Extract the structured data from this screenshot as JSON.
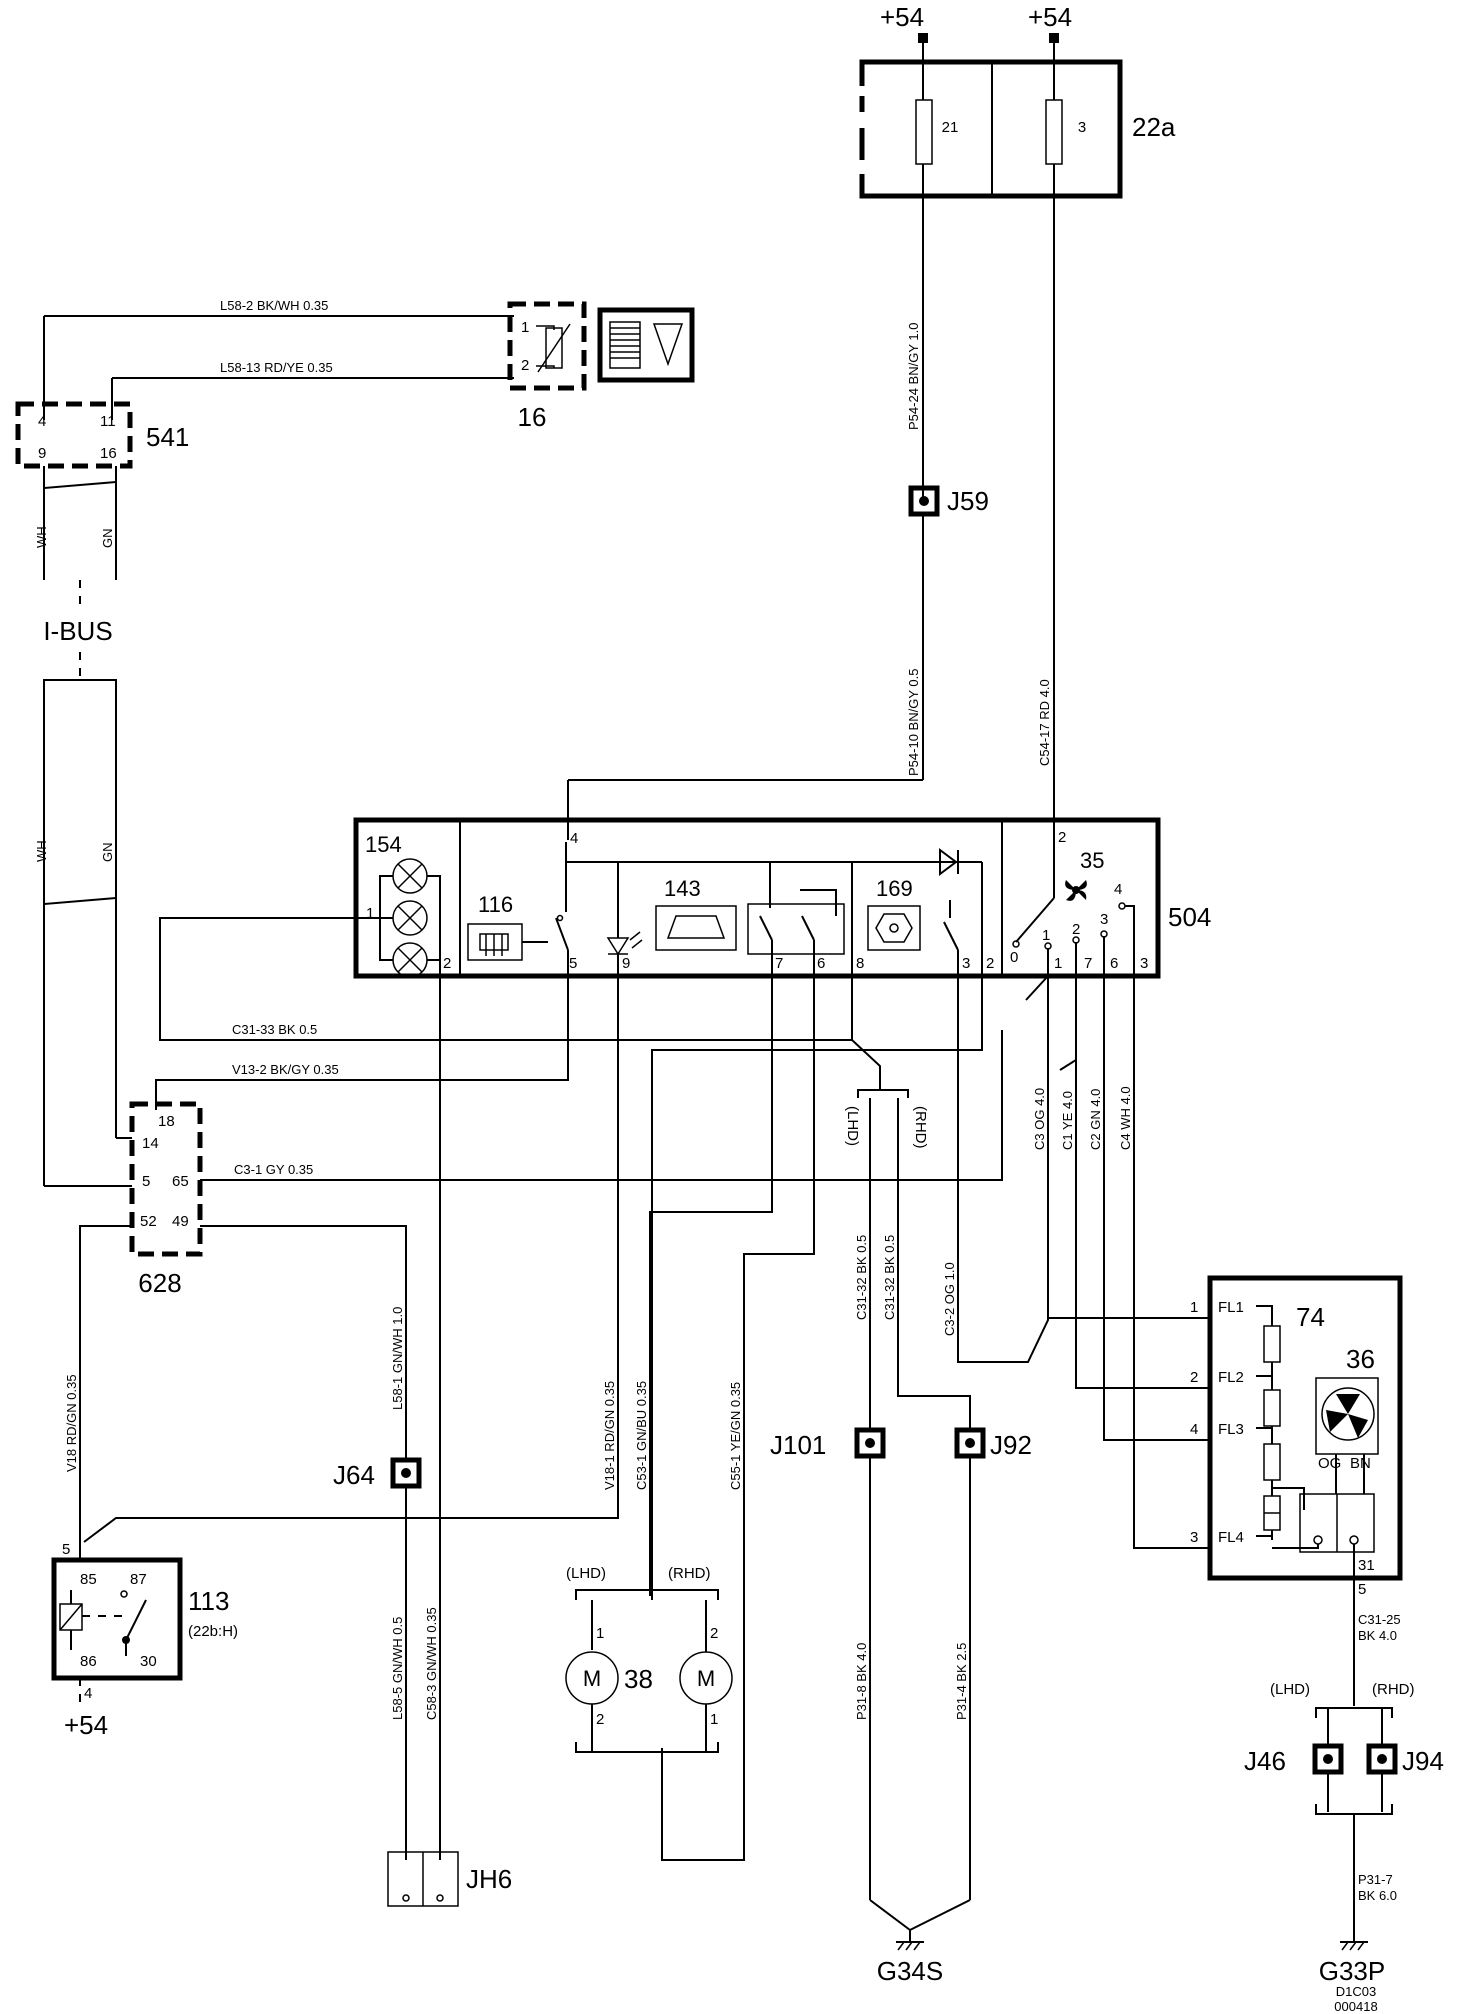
{
  "supply": {
    "a": "+54",
    "b": "+54",
    "c": "+54"
  },
  "fusebox": {
    "id": "22a",
    "fuse1": "21",
    "fuse2": "3"
  },
  "components": {
    "c541": {
      "id": "541",
      "p4": "4",
      "p11": "11",
      "p9": "9",
      "p16": "16"
    },
    "c16": {
      "id": "16",
      "p1": "1",
      "p2": "2"
    },
    "c504": {
      "id": "504"
    },
    "c154": {
      "id": "154",
      "p1": "1",
      "p2": "2"
    },
    "c116": {
      "id": "116",
      "p5": "5"
    },
    "c143": {
      "id": "143",
      "p9": "9",
      "p4": "4"
    },
    "c169": {
      "id": "169",
      "p7": "7",
      "p6": "6",
      "p8": "8",
      "p3": "3",
      "p2": "2"
    },
    "c35": {
      "id": "35",
      "p2": "2",
      "s0": "0",
      "s1": "1",
      "s2": "2",
      "s3": "3",
      "s4": "4",
      "b1": "1",
      "b7": "7",
      "b6": "6",
      "b3": "3"
    },
    "c628": {
      "id": "628",
      "p18": "18",
      "p14": "14",
      "p5": "5",
      "p65": "65",
      "p52": "52",
      "p49": "49"
    },
    "c113": {
      "id": "113",
      "sub": "(22b:H)",
      "p85": "85",
      "p87": "87",
      "p86": "86",
      "p30": "30",
      "p5": "5",
      "p4": "4"
    },
    "c74": {
      "id": "74",
      "fl1": "FL1",
      "fl2": "FL2",
      "fl3": "FL3",
      "fl4": "FL4",
      "p1": "1",
      "p2": "2",
      "p4": "4",
      "p3": "3",
      "p31": "31",
      "p5": "5"
    },
    "c36": {
      "id": "36",
      "og": "OG",
      "bn": "BN"
    },
    "c38": {
      "id": "38",
      "lhd": "(LHD)",
      "rhd": "(RHD)",
      "m1": "M",
      "m2": "M",
      "p1a": "1",
      "p2a": "2",
      "p2b": "2",
      "p1b": "1"
    }
  },
  "ibus": "I-BUS",
  "joints": {
    "j59": "J59",
    "j64": "J64",
    "j101": "J101",
    "j92": "J92",
    "j46": "J46",
    "j94": "J94",
    "jh6": "JH6"
  },
  "grounds": {
    "g34s": "G34S",
    "g33p": "G33P"
  },
  "variant": {
    "lhd1": "(LHD)",
    "rhd1": "(RHD)",
    "lhd2": "(LHD)",
    "rhd2": "(RHD)"
  },
  "wires": {
    "l58_2": "L58-2   BK/WH   0.35",
    "l58_13": "L58-13   RD/YE   0.35",
    "wh1": "WH",
    "gn1": "GN",
    "wh2": "WH",
    "gn2": "GN",
    "p54_24": "P54-24   BN/GY   1.0",
    "p54_10": "P54-10   BN/GY   0.5",
    "c54_17": "C54-17   RD   4.0",
    "c31_33": "C31-33   BK   0.5",
    "v13_2": "V13-2   BK/GY   0.35",
    "c3_1": "C3-1   GY   0.35",
    "v18": "V18   RD/GN   0.35",
    "l58_1": "L58-1   GN/WH   1.0",
    "v18_1": "V18-1   RD/GN   0.35",
    "c53_1": "C53-1   GN/BU   0.35",
    "c55_1": "C55-1   YE/GN   0.35",
    "c31_32a": "C31-32   BK   0.5",
    "c31_32b": "C31-32   BK   0.5",
    "c3_2": "C3-2   OG   1.0",
    "c3": "C3   OG   4.0",
    "c1": "C1   YE   4.0",
    "c2": "C2   GN   4.0",
    "c4": "C4   WH   4.0",
    "l58_5": "L58-5   GN/WH   0.5",
    "c58_3": "C58-3   GN/WH   0.35",
    "p31_8": "P31-8   BK   4.0",
    "p31_4": "P31-4   BK   2.5",
    "c31_25a": "C31-25",
    "c31_25b": "BK   4.0",
    "p31_7a": "P31-7",
    "p31_7b": "BK   6.0"
  },
  "footer": {
    "code1": "D1C03",
    "code2": "000418"
  }
}
